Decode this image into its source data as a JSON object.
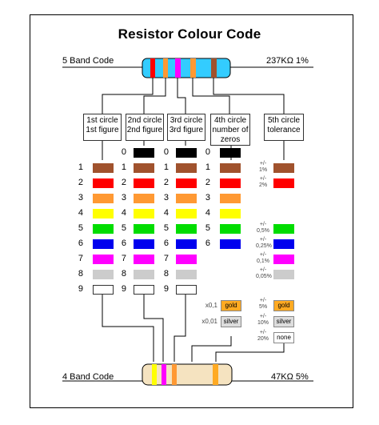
{
  "title": "Resistor Colour Code",
  "five_band": {
    "label": "5 Band Code",
    "value": "237KΩ  1%"
  },
  "four_band": {
    "label": "4 Band Code",
    "value": "47KΩ  5%"
  },
  "headers": {
    "c1": [
      "1st circle",
      "1st figure"
    ],
    "c2": [
      "2nd circle",
      "2nd figure"
    ],
    "c3": [
      "3rd circle",
      "3rd figure"
    ],
    "c4": [
      "4th circle",
      "number of",
      "zeros"
    ],
    "c5": [
      "5th circle",
      "tolerance"
    ]
  },
  "digits": [
    "0",
    "1",
    "2",
    "3",
    "4",
    "5",
    "6",
    "7",
    "8",
    "9"
  ],
  "colors": {
    "0": "#000000",
    "1": "#a0522d",
    "2": "#ff0000",
    "3": "#ff9933",
    "4": "#ffff00",
    "5": "#00dd00",
    "6": "#0000ee",
    "7": "#ff00ff",
    "8": "#cccccc",
    "9": "#ffffff"
  },
  "tolerances": [
    {
      "label": "+/-\n1%",
      "color": "#a0522d"
    },
    {
      "label": "+/-\n2%",
      "color": "#ff0000"
    },
    {
      "label": "+/-\n0,5%",
      "color": "#00dd00"
    },
    {
      "label": "+/-\n0,25%",
      "color": "#0000ee"
    },
    {
      "label": "+/-\n0,1%",
      "color": "#ff00ff"
    },
    {
      "label": "+/-\n0,05%",
      "color": "#cccccc"
    },
    {
      "label": "+/-\n5%",
      "chip": "gold",
      "color": "#ffaa22"
    },
    {
      "label": "+/-\n10%",
      "chip": "silver",
      "color": "#dddddd"
    },
    {
      "label": "+/-\n20%",
      "chip": "none",
      "color": "#ffffff"
    }
  ],
  "multipliers": [
    {
      "value": "x0,1",
      "chip": "gold",
      "color": "#ffaa22"
    },
    {
      "value": "x0,01",
      "chip": "silver",
      "color": "#dddddd"
    }
  ]
}
